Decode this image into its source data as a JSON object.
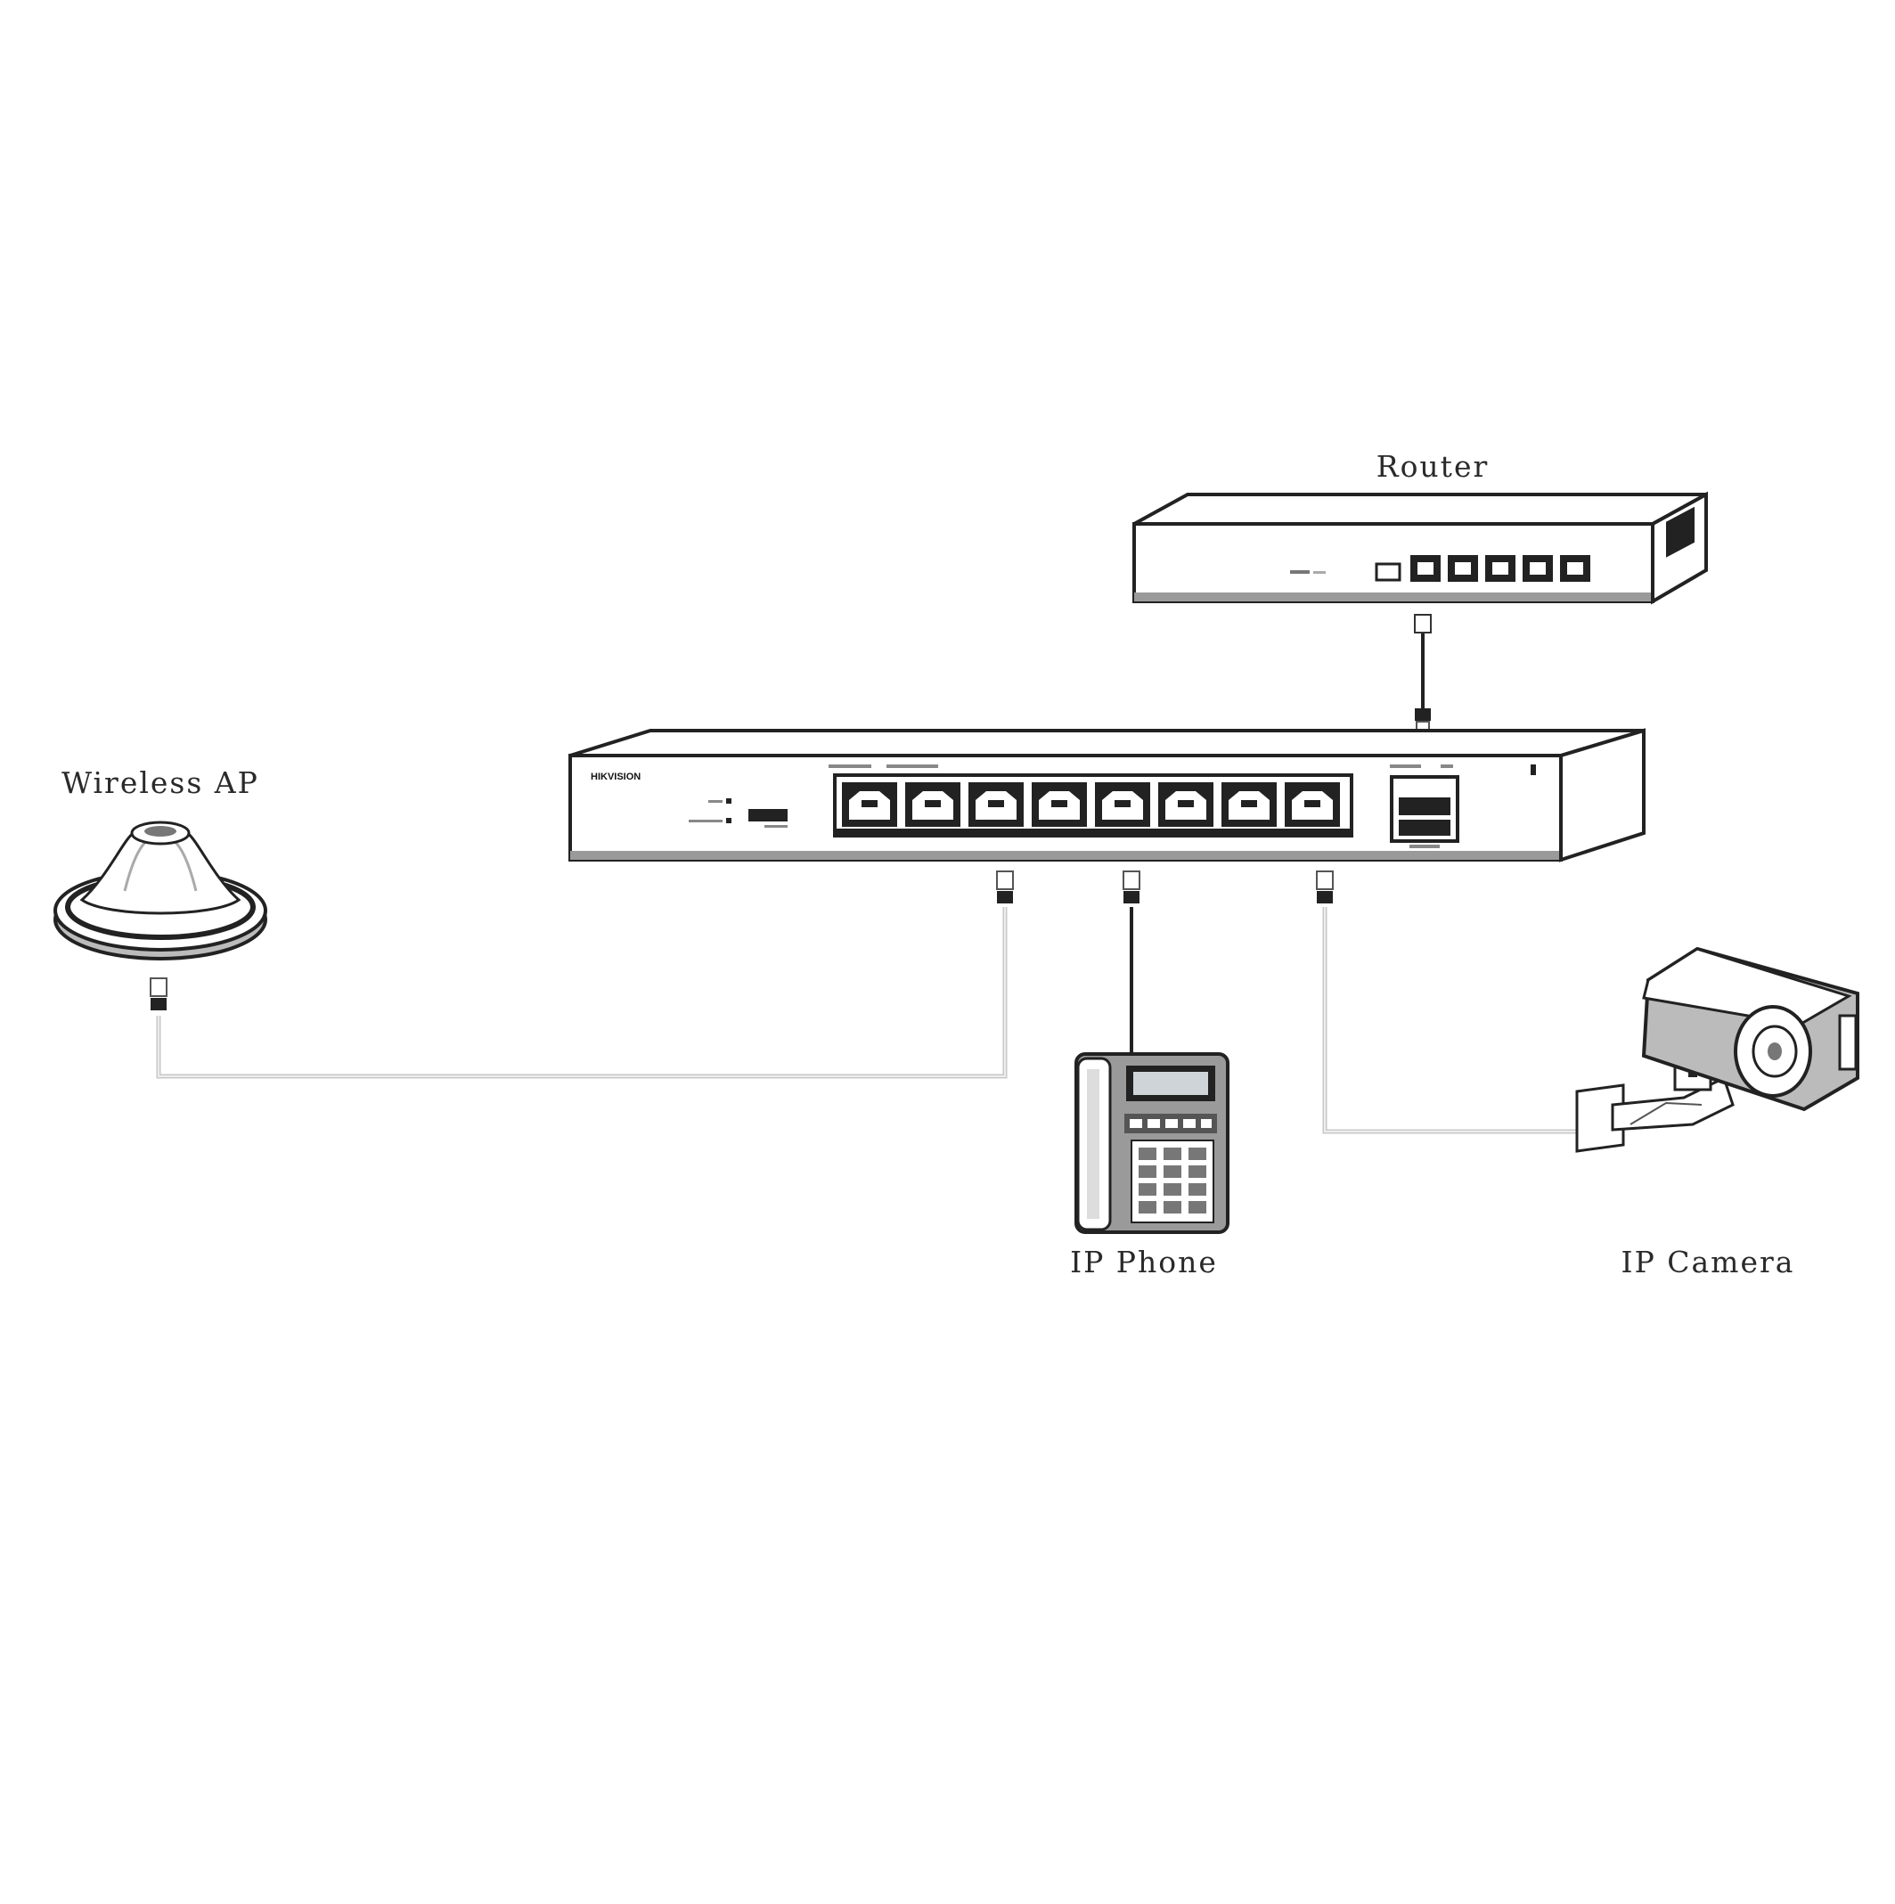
{
  "devices": {
    "router": {
      "label": "Router",
      "icon": "router-icon"
    },
    "switch": {
      "label": "",
      "icon": "poe-switch-icon"
    },
    "wireless_ap": {
      "label": "Wireless AP",
      "icon": "wireless-ap-icon"
    },
    "ip_phone": {
      "label": "IP Phone",
      "icon": "ip-phone-icon"
    },
    "ip_camera": {
      "label": "IP Camera",
      "icon": "ip-camera-icon"
    }
  },
  "connections": [
    {
      "from": "switch",
      "to": "router"
    },
    {
      "from": "switch",
      "to": "wireless_ap"
    },
    {
      "from": "switch",
      "to": "ip_phone"
    },
    {
      "from": "switch",
      "to": "ip_camera"
    }
  ],
  "colors": {
    "line": "#222222",
    "device_fill": "#ffffff",
    "shade": "#9a9a9a",
    "cable": "#c8c8c8"
  }
}
